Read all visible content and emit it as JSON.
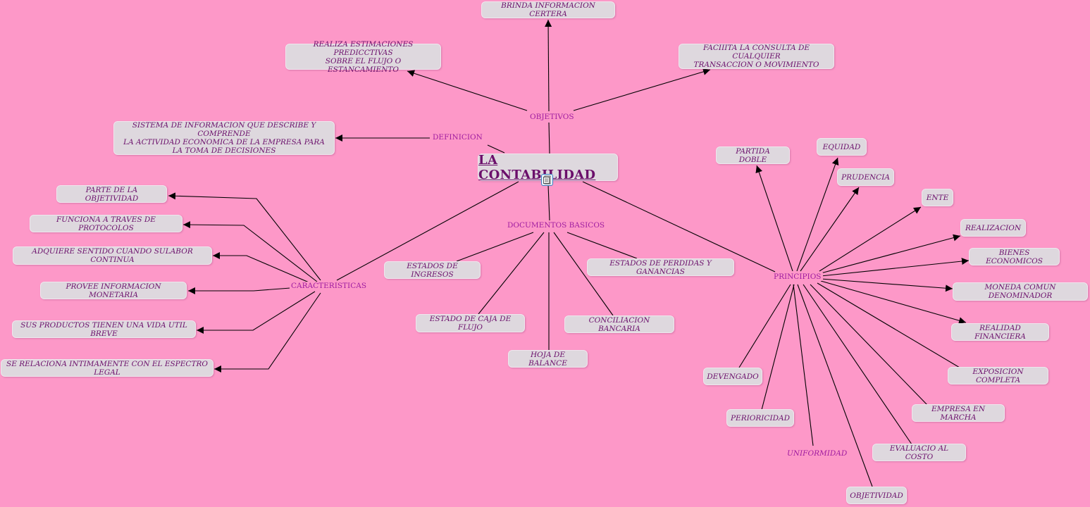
{
  "root": {
    "title": "LA CONTABILIDAD",
    "icon": "document-icon"
  },
  "connectors": {
    "objetivos": "OBJETIVOS",
    "definicion": "DEFINICION",
    "documentos": "DOCUMENTOS BASICOS",
    "caracteristicas": "CARACTERISTICAS",
    "principios": "PRINCIPIOS",
    "uniformidad": "UNIFORMIDAD"
  },
  "objetivos": {
    "brinda": "BRINDA INFORMACION CERTERA",
    "estima": "REALIZA ESTIMACIONES PREDICCTIVAS\nSOBRE EL FLUJO O ESTANCAMIENTO",
    "consulta": "FACIIITA LA CONSULTA DE CUALQUIER\nTRANSACCION O MOVIMIENTO"
  },
  "definicion": {
    "text": "SISTEMA DE INFORMACION QUE DESCRIBE Y COMPRENDE\nLA ACTIVIDAD ECONOMICA DE LA EMPRESA PARA\nLA TOMA DE DECISIONES"
  },
  "caracteristicas": [
    "PARTE DE LA OBJETIVIDAD",
    "FUNCIONA A TRAVES DE PROTOCOLOS",
    "ADQUIERE SENTIDO CUANDO SULABOR CONTINUA",
    "PROVEE INFORMACION MONETARIA",
    "SUS PRODUCTOS TIENEN UNA VIDA UTIL BREVE",
    "SE RELACIONA INTIMAMENTE CON EL ESPECTRO LEGAL"
  ],
  "documentos": {
    "ingresos": "ESTADOS DE INGRESOS",
    "perdidas": "ESTADOS DE PERDIDAS Y GANANCIAS",
    "caja": "ESTADO DE CAJA DE FLUJO",
    "conciliacion": "CONCILIACION BANCARIA",
    "balance": "HOJA DE BALANCE"
  },
  "principios": {
    "partida_doble": "PARTIDA DOBLE",
    "equidad": "EQUIDAD",
    "prudencia": "PRUDENCIA",
    "ente": "ENTE",
    "realizacion": "REALIZACION",
    "bienes": "BIENES ECONOMICOS",
    "moneda": "MONEDA COMUN DENOMINADOR",
    "realidad": "REALIDAD FINANCIERA",
    "exposicion": "EXPOSICION COMPLETA",
    "marcha": "EMPRESA EN MARCHA",
    "costo": "EVALUACIO AL COSTO",
    "objetividad": "OBJETIVIDAD",
    "devengado": "DEVENGADO",
    "perioricidad": "PERIORICIDAD"
  },
  "colors": {
    "background": "#fd98c8",
    "node": "#ded8de",
    "node_text": "#6b0f6b",
    "link_label": "#a01ca0",
    "line": "#000000"
  }
}
